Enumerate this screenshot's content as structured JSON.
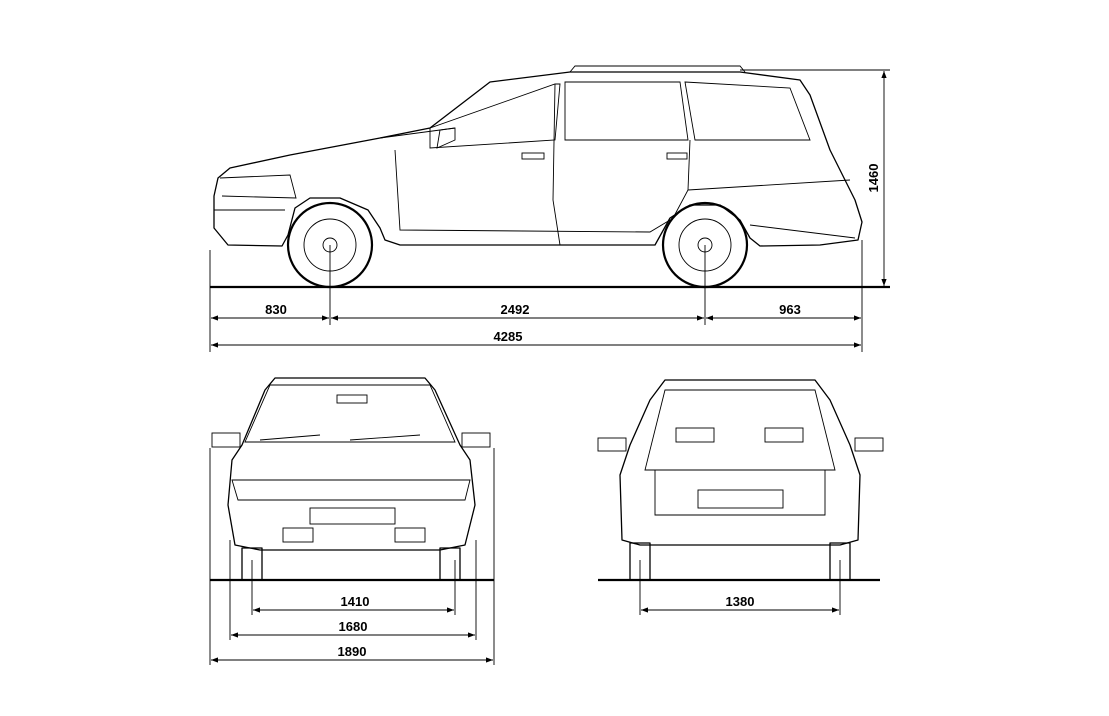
{
  "side_view": {
    "front_overhang": "830",
    "wheelbase": "2492",
    "rear_overhang": "963",
    "overall_length": "4285",
    "overall_height": "1460"
  },
  "front_view": {
    "front_track": "1410",
    "body_width": "1680",
    "width_with_mirrors": "1890"
  },
  "rear_view": {
    "rear_track": "1380"
  }
}
